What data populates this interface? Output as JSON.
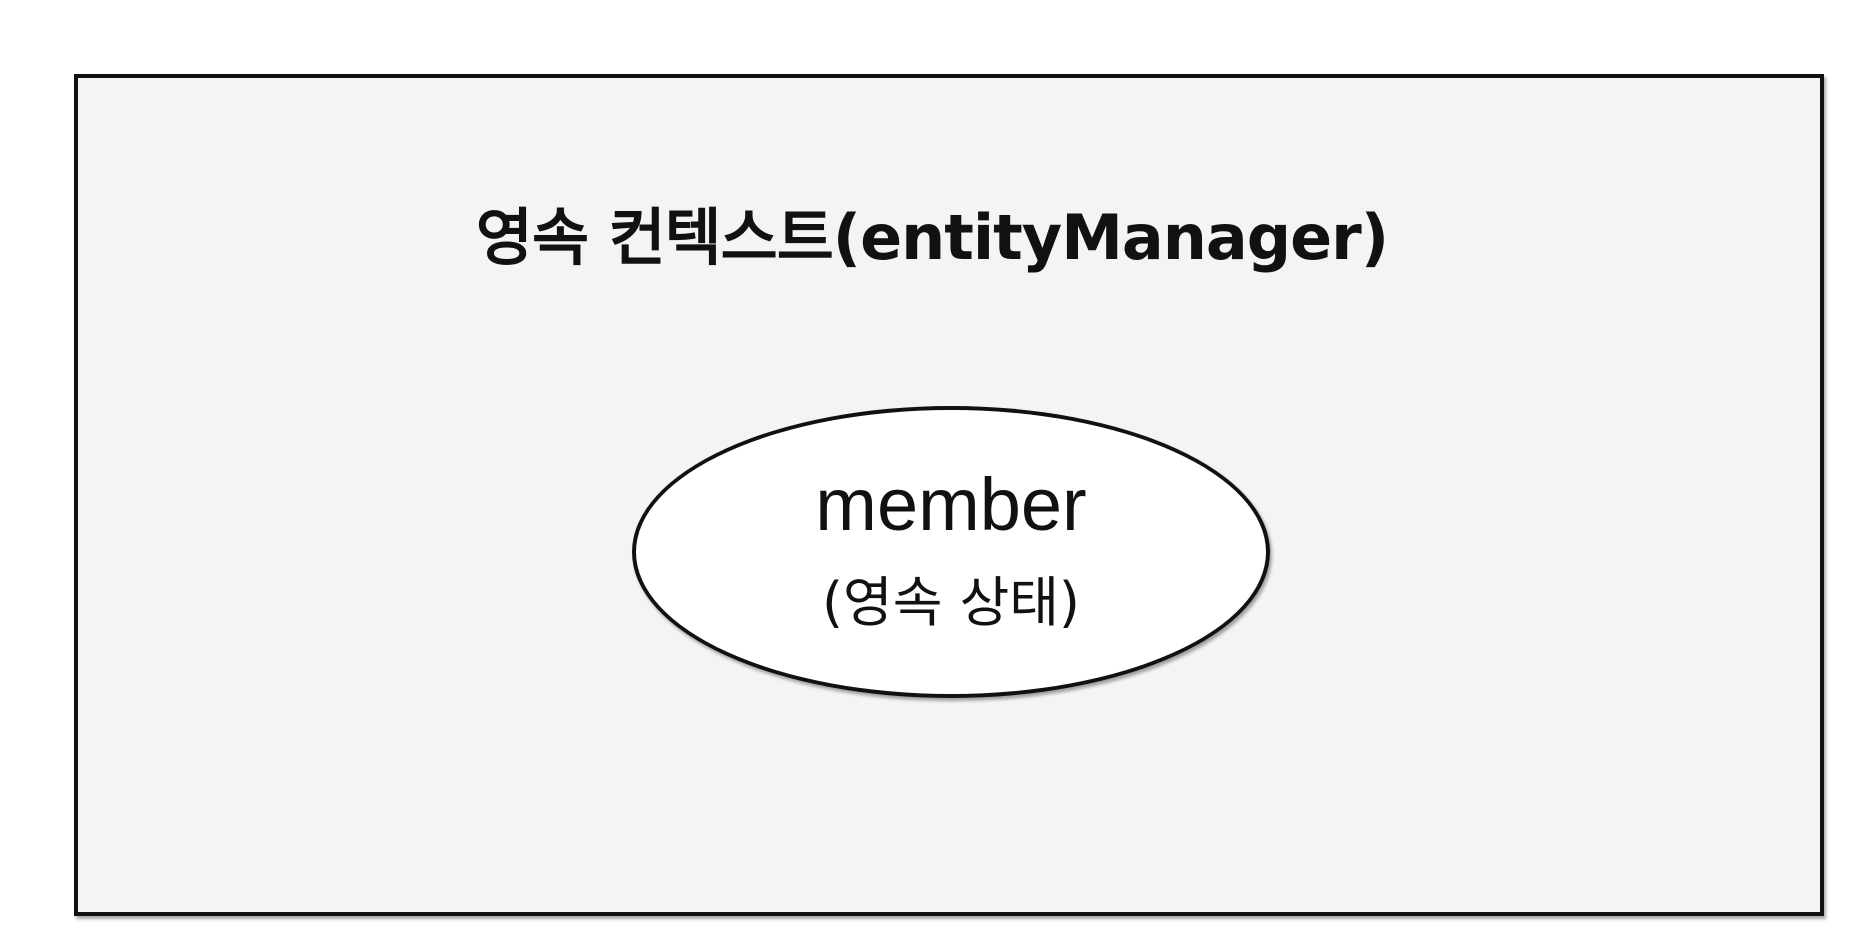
{
  "diagram": {
    "context": {
      "title": "영속 컨텍스트(entityManager)"
    },
    "entity": {
      "name": "member",
      "state": "(영속 상태)"
    }
  }
}
